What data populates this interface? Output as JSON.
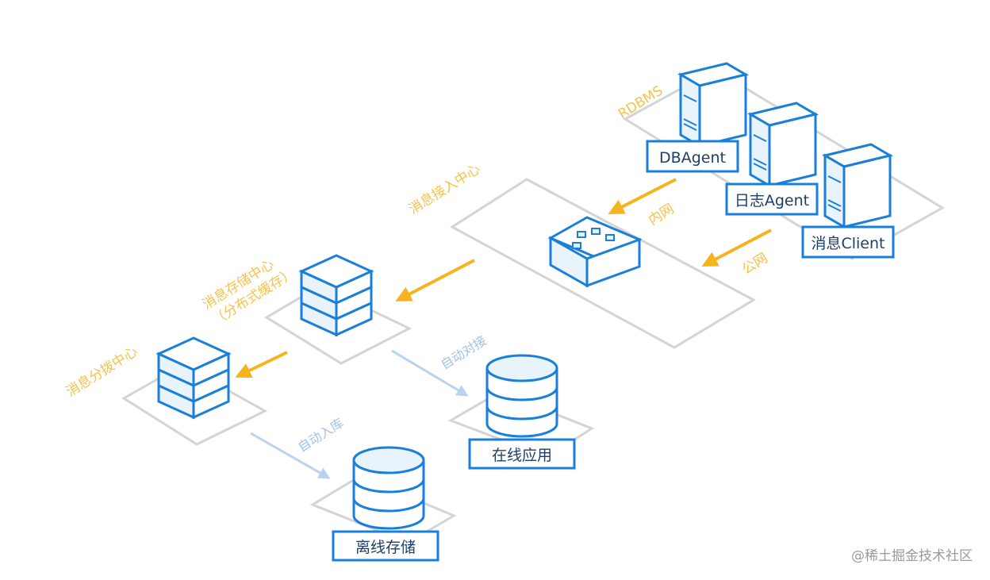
{
  "colors": {
    "accent_orange": "#f5b41e",
    "light_blue_arrow": "#b9d3ee",
    "node_blue": "#1a7fd8",
    "node_fill": "#e9f3fc",
    "platform_edge": "#d0d0d0"
  },
  "labels": {
    "rdbms": "RDBMS",
    "db_agent": "DBAgent",
    "log_agent": "日志Agent",
    "msg_client": "消息Client",
    "intranet": "内网",
    "public_net": "公网",
    "access_center": "消息接入中心",
    "storage_center_line1": "消息存储中心",
    "storage_center_line2": "（分布式缓存）",
    "dispatch_center": "消息分拨中心",
    "auto_connect": "自动对接",
    "auto_store": "自动入库",
    "online_app": "在线应用",
    "offline_storage": "离线存储"
  },
  "watermark": "@稀土掘金技术社区"
}
